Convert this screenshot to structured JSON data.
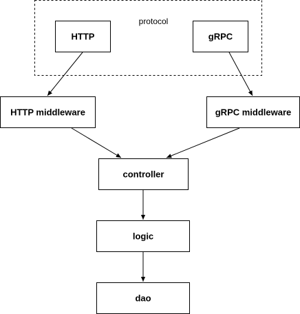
{
  "group": {
    "label": "protocol"
  },
  "nodes": {
    "http": "HTTP",
    "grpc": "gRPC",
    "http_middleware": "HTTP middleware",
    "grpc_middleware": "gRPC middleware",
    "controller": "controller",
    "logic": "logic",
    "dao": "dao"
  },
  "edges": [
    {
      "from": "http",
      "to": "http_middleware"
    },
    {
      "from": "grpc",
      "to": "grpc_middleware"
    },
    {
      "from": "http_middleware",
      "to": "controller"
    },
    {
      "from": "grpc_middleware",
      "to": "controller"
    },
    {
      "from": "controller",
      "to": "logic"
    },
    {
      "from": "logic",
      "to": "dao"
    }
  ],
  "colors": {
    "stroke": "#000000",
    "fill": "#ffffff"
  }
}
